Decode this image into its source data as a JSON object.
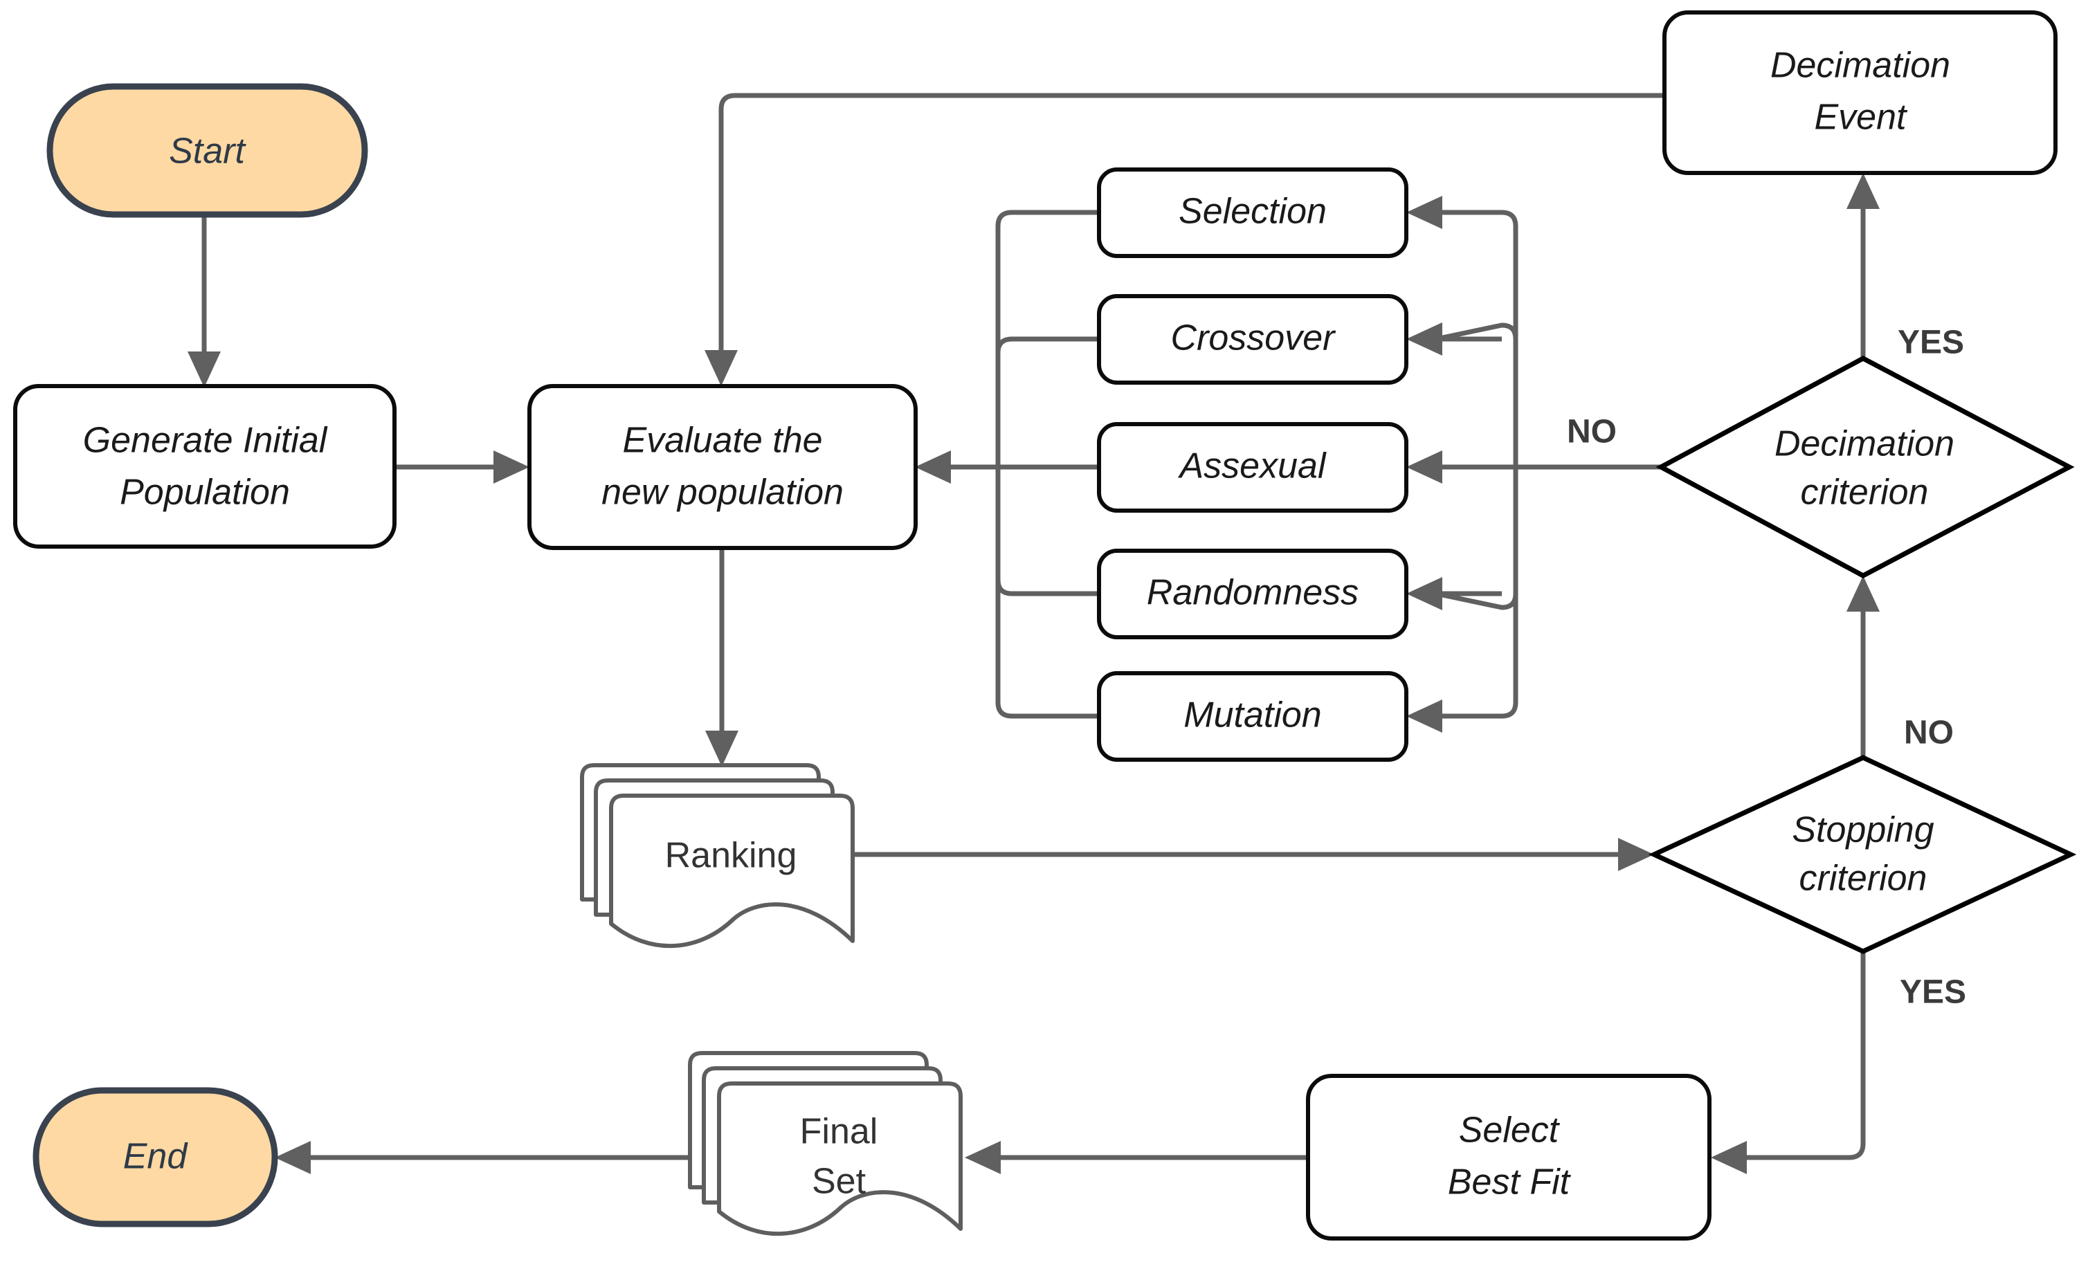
{
  "diagram": {
    "title": "Genetic Algorithm Flowchart",
    "background_color": "#ffffff",
    "terminator_fill": "#ffd9a4",
    "terminator_stroke": "#39424e",
    "process_stroke": "#0b0b0b",
    "connector_color": "#606060",
    "document_stroke": "#5e5e5e"
  },
  "nodes": {
    "start": {
      "label": "Start",
      "shape": "terminator"
    },
    "generate": {
      "label_line1": "Generate Initial",
      "label_line2": "Population",
      "shape": "process"
    },
    "evaluate": {
      "label_line1": "Evaluate the",
      "label_line2": "new population",
      "shape": "process"
    },
    "selection": {
      "label": "Selection",
      "shape": "process"
    },
    "crossover": {
      "label": "Crossover",
      "shape": "process"
    },
    "assexual": {
      "label": "Assexual",
      "shape": "process"
    },
    "randomness": {
      "label": "Randomness",
      "shape": "process"
    },
    "mutation": {
      "label": "Mutation",
      "shape": "process"
    },
    "decimation_event": {
      "label_line1": "Decimation",
      "label_line2": "Event",
      "shape": "process"
    },
    "decimation_criterion": {
      "label_line1": "Decimation",
      "label_line2": "criterion",
      "shape": "decision"
    },
    "stopping_criterion": {
      "label_line1": "Stopping",
      "label_line2": "criterion",
      "shape": "decision"
    },
    "ranking": {
      "label": "Ranking",
      "shape": "multi-document"
    },
    "final_set": {
      "label_line1": "Final",
      "label_line2": "Set",
      "shape": "multi-document"
    },
    "select_best_fit": {
      "label_line1": "Select",
      "label_line2": "Best Fit",
      "shape": "process"
    },
    "end": {
      "label": "End",
      "shape": "terminator"
    }
  },
  "edge_labels": {
    "decimation_yes": "YES",
    "decimation_no": "NO",
    "stopping_no": "NO",
    "stopping_yes": "YES"
  }
}
